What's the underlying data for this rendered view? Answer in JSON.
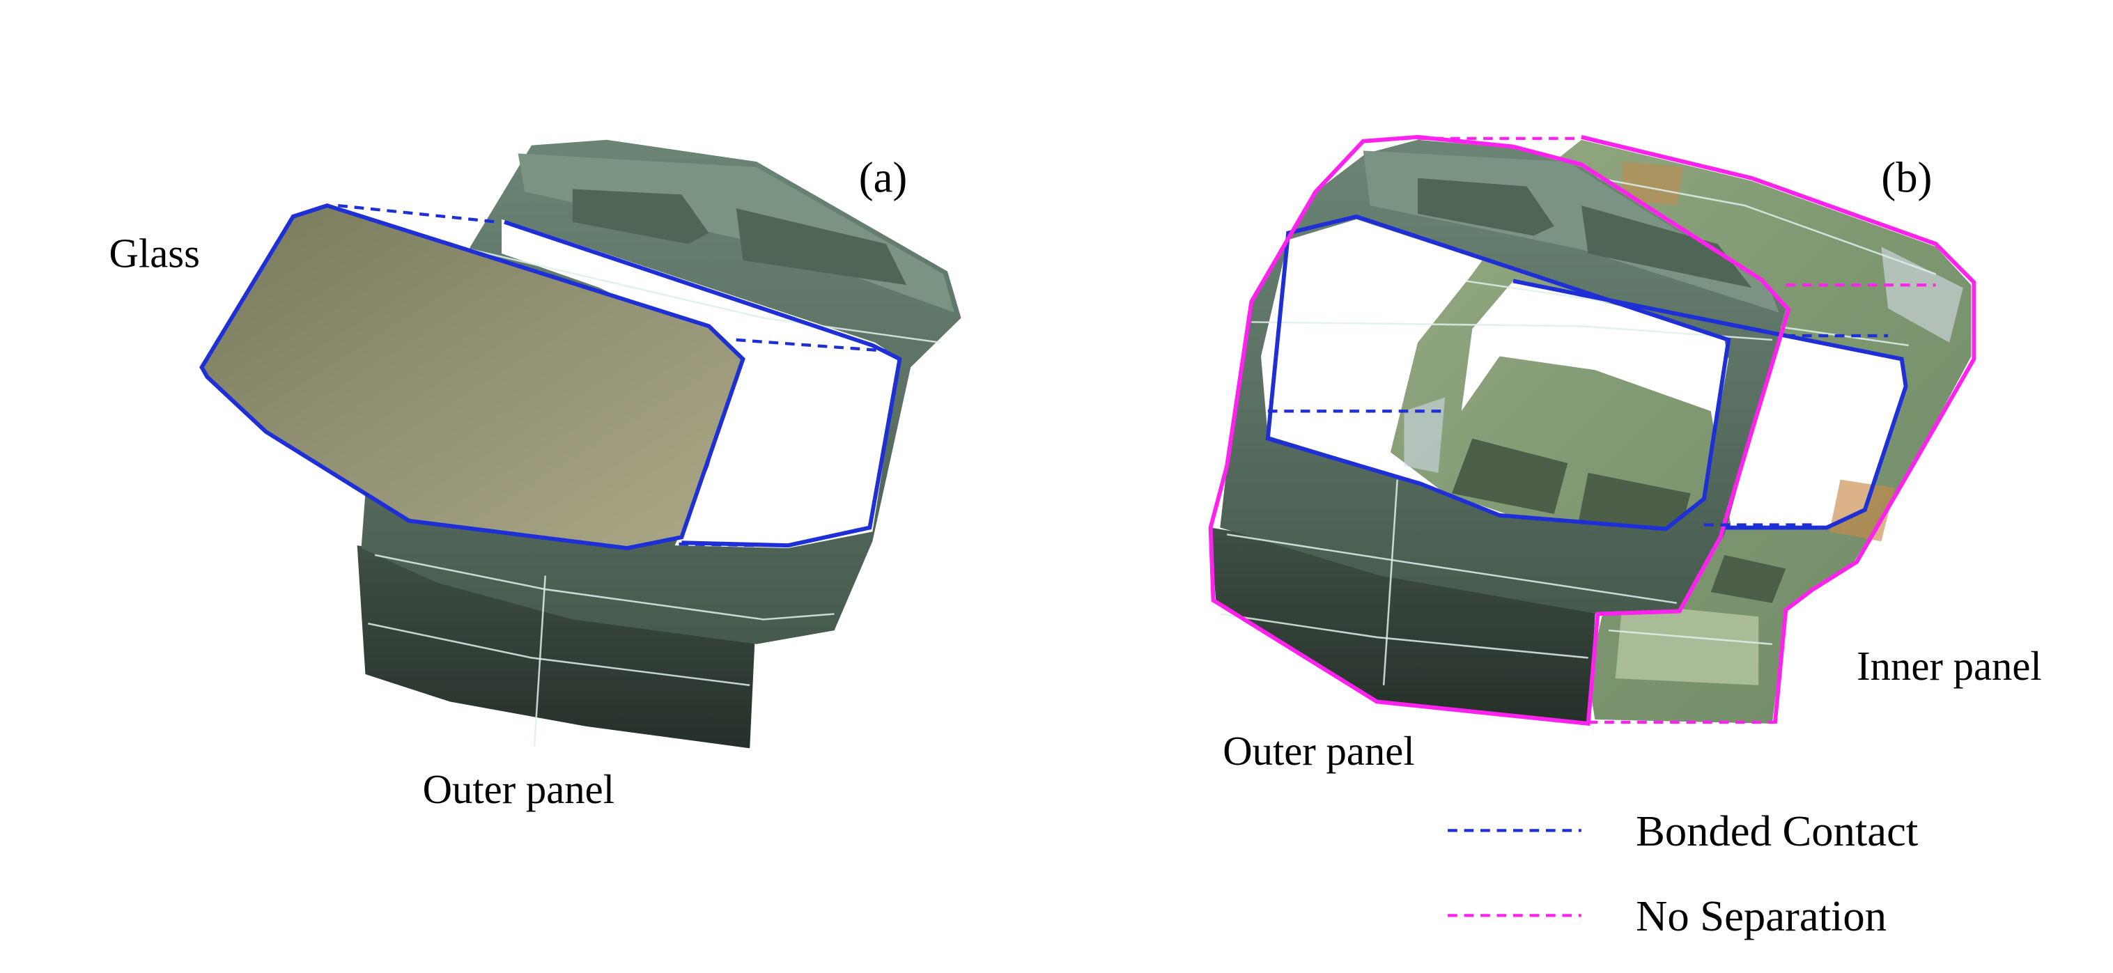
{
  "figure": {
    "panel_a": {
      "tag": "(a)",
      "labels": {
        "glass": "Glass",
        "outer_panel": "Outer panel"
      }
    },
    "panel_b": {
      "tag": "(b)",
      "labels": {
        "outer_panel": "Outer panel",
        "inner_panel": "Inner panel"
      }
    },
    "legend": {
      "items": [
        {
          "label": "Bonded Contact",
          "color": "#1f2fd6",
          "style": "dashed"
        },
        {
          "label": "No Separation",
          "color": "#ff22ee",
          "style": "dashed"
        }
      ]
    }
  },
  "colors": {
    "outer_panel": "#5e7567",
    "outer_panel_dark": "#2f3b33",
    "glass_light": "#aaa885",
    "glass_dark": "#787a5c",
    "inner_panel": "#8fa47a",
    "inner_panel_accent": "#c98a4a"
  }
}
